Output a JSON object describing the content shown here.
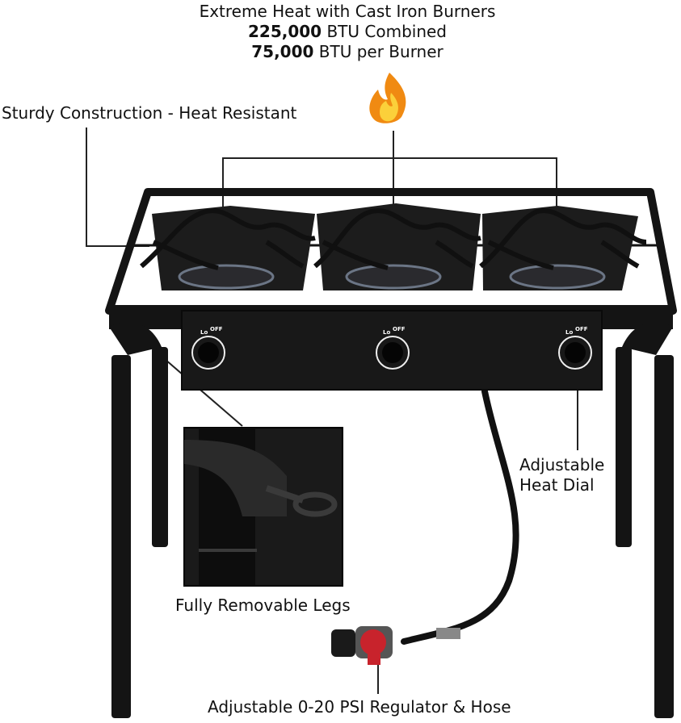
{
  "callouts": {
    "heat_title": "Extreme Heat with Cast Iron Burners",
    "combined_number": "225,000",
    "combined_rest": " BTU Combined",
    "per_number": "75,000",
    "per_rest": " BTU per Burner",
    "construction": "Sturdy Construction - Heat Resistant",
    "heat_dial_line1": "Adjustable",
    "heat_dial_line2": "Heat Dial",
    "legs": "Fully Removable Legs",
    "regulator": "Adjustable 0-20 PSI Regulator & Hose"
  },
  "knob": {
    "lo": "Lo",
    "off": "OFF"
  },
  "icons": [
    "flame-icon"
  ],
  "colors": {
    "frame": "#141414",
    "flame_outer": "#f08a12",
    "flame_inner": "#fbd03a",
    "regulator_red": "#c8232c"
  }
}
